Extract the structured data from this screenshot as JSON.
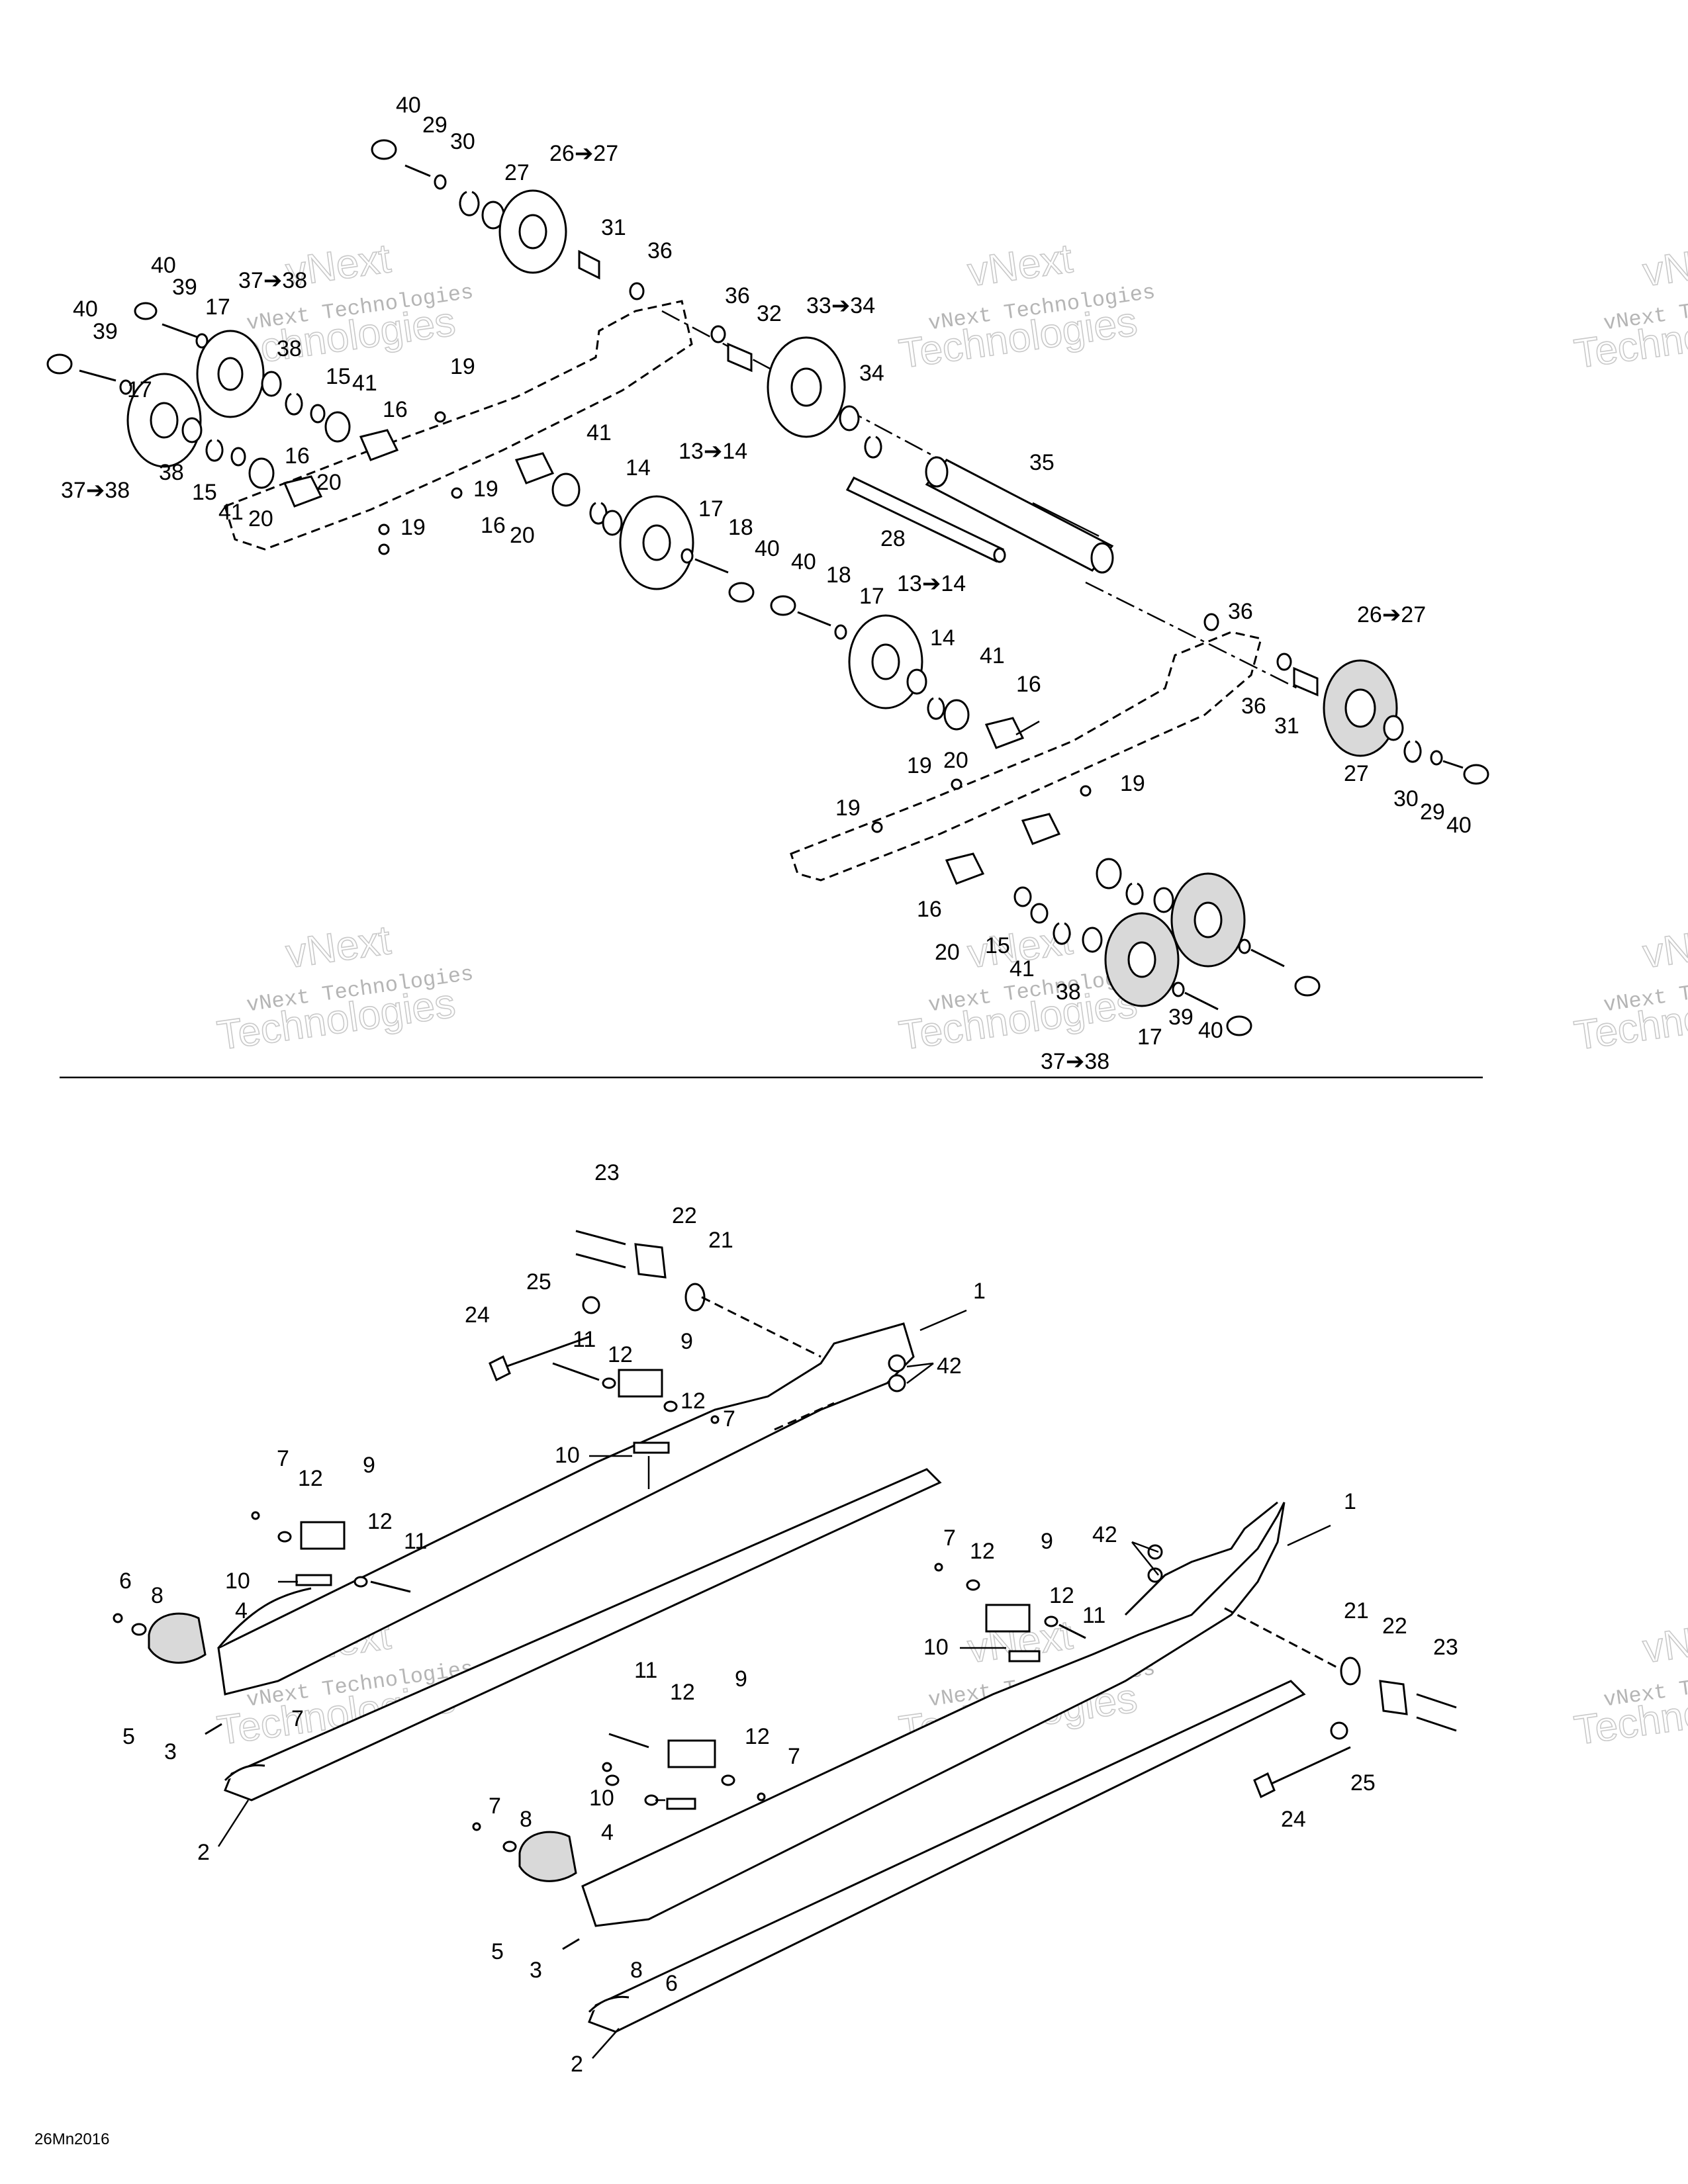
{
  "drawing": {
    "code": "26Mn2016",
    "watermark_line1": "vNext Technologies",
    "watermark_line2": "vNext",
    "watermark_line3": "Technologies"
  },
  "callouts": {
    "c1": "1",
    "c2": "2",
    "c3": "3",
    "c4": "4",
    "c5": "5",
    "c6": "6",
    "c7": "7",
    "c8": "8",
    "c9": "9",
    "c10": "10",
    "c11": "11",
    "c12": "12",
    "c13to14": "13➔14",
    "c14": "14",
    "c15": "15",
    "c16": "16",
    "c17": "17",
    "c18": "18",
    "c19": "19",
    "c20": "20",
    "c21": "21",
    "c22": "22",
    "c23": "23",
    "c24": "24",
    "c25": "25",
    "c26to27": "26➔27",
    "c27": "27",
    "c28": "28",
    "c29": "29",
    "c30": "30",
    "c31": "31",
    "c32": "32",
    "c33to34": "33➔34",
    "c34": "34",
    "c35": "35",
    "c36": "36",
    "c37to38": "37➔38",
    "c38": "38",
    "c39": "39",
    "c40": "40",
    "c41": "41",
    "c42": "42"
  }
}
